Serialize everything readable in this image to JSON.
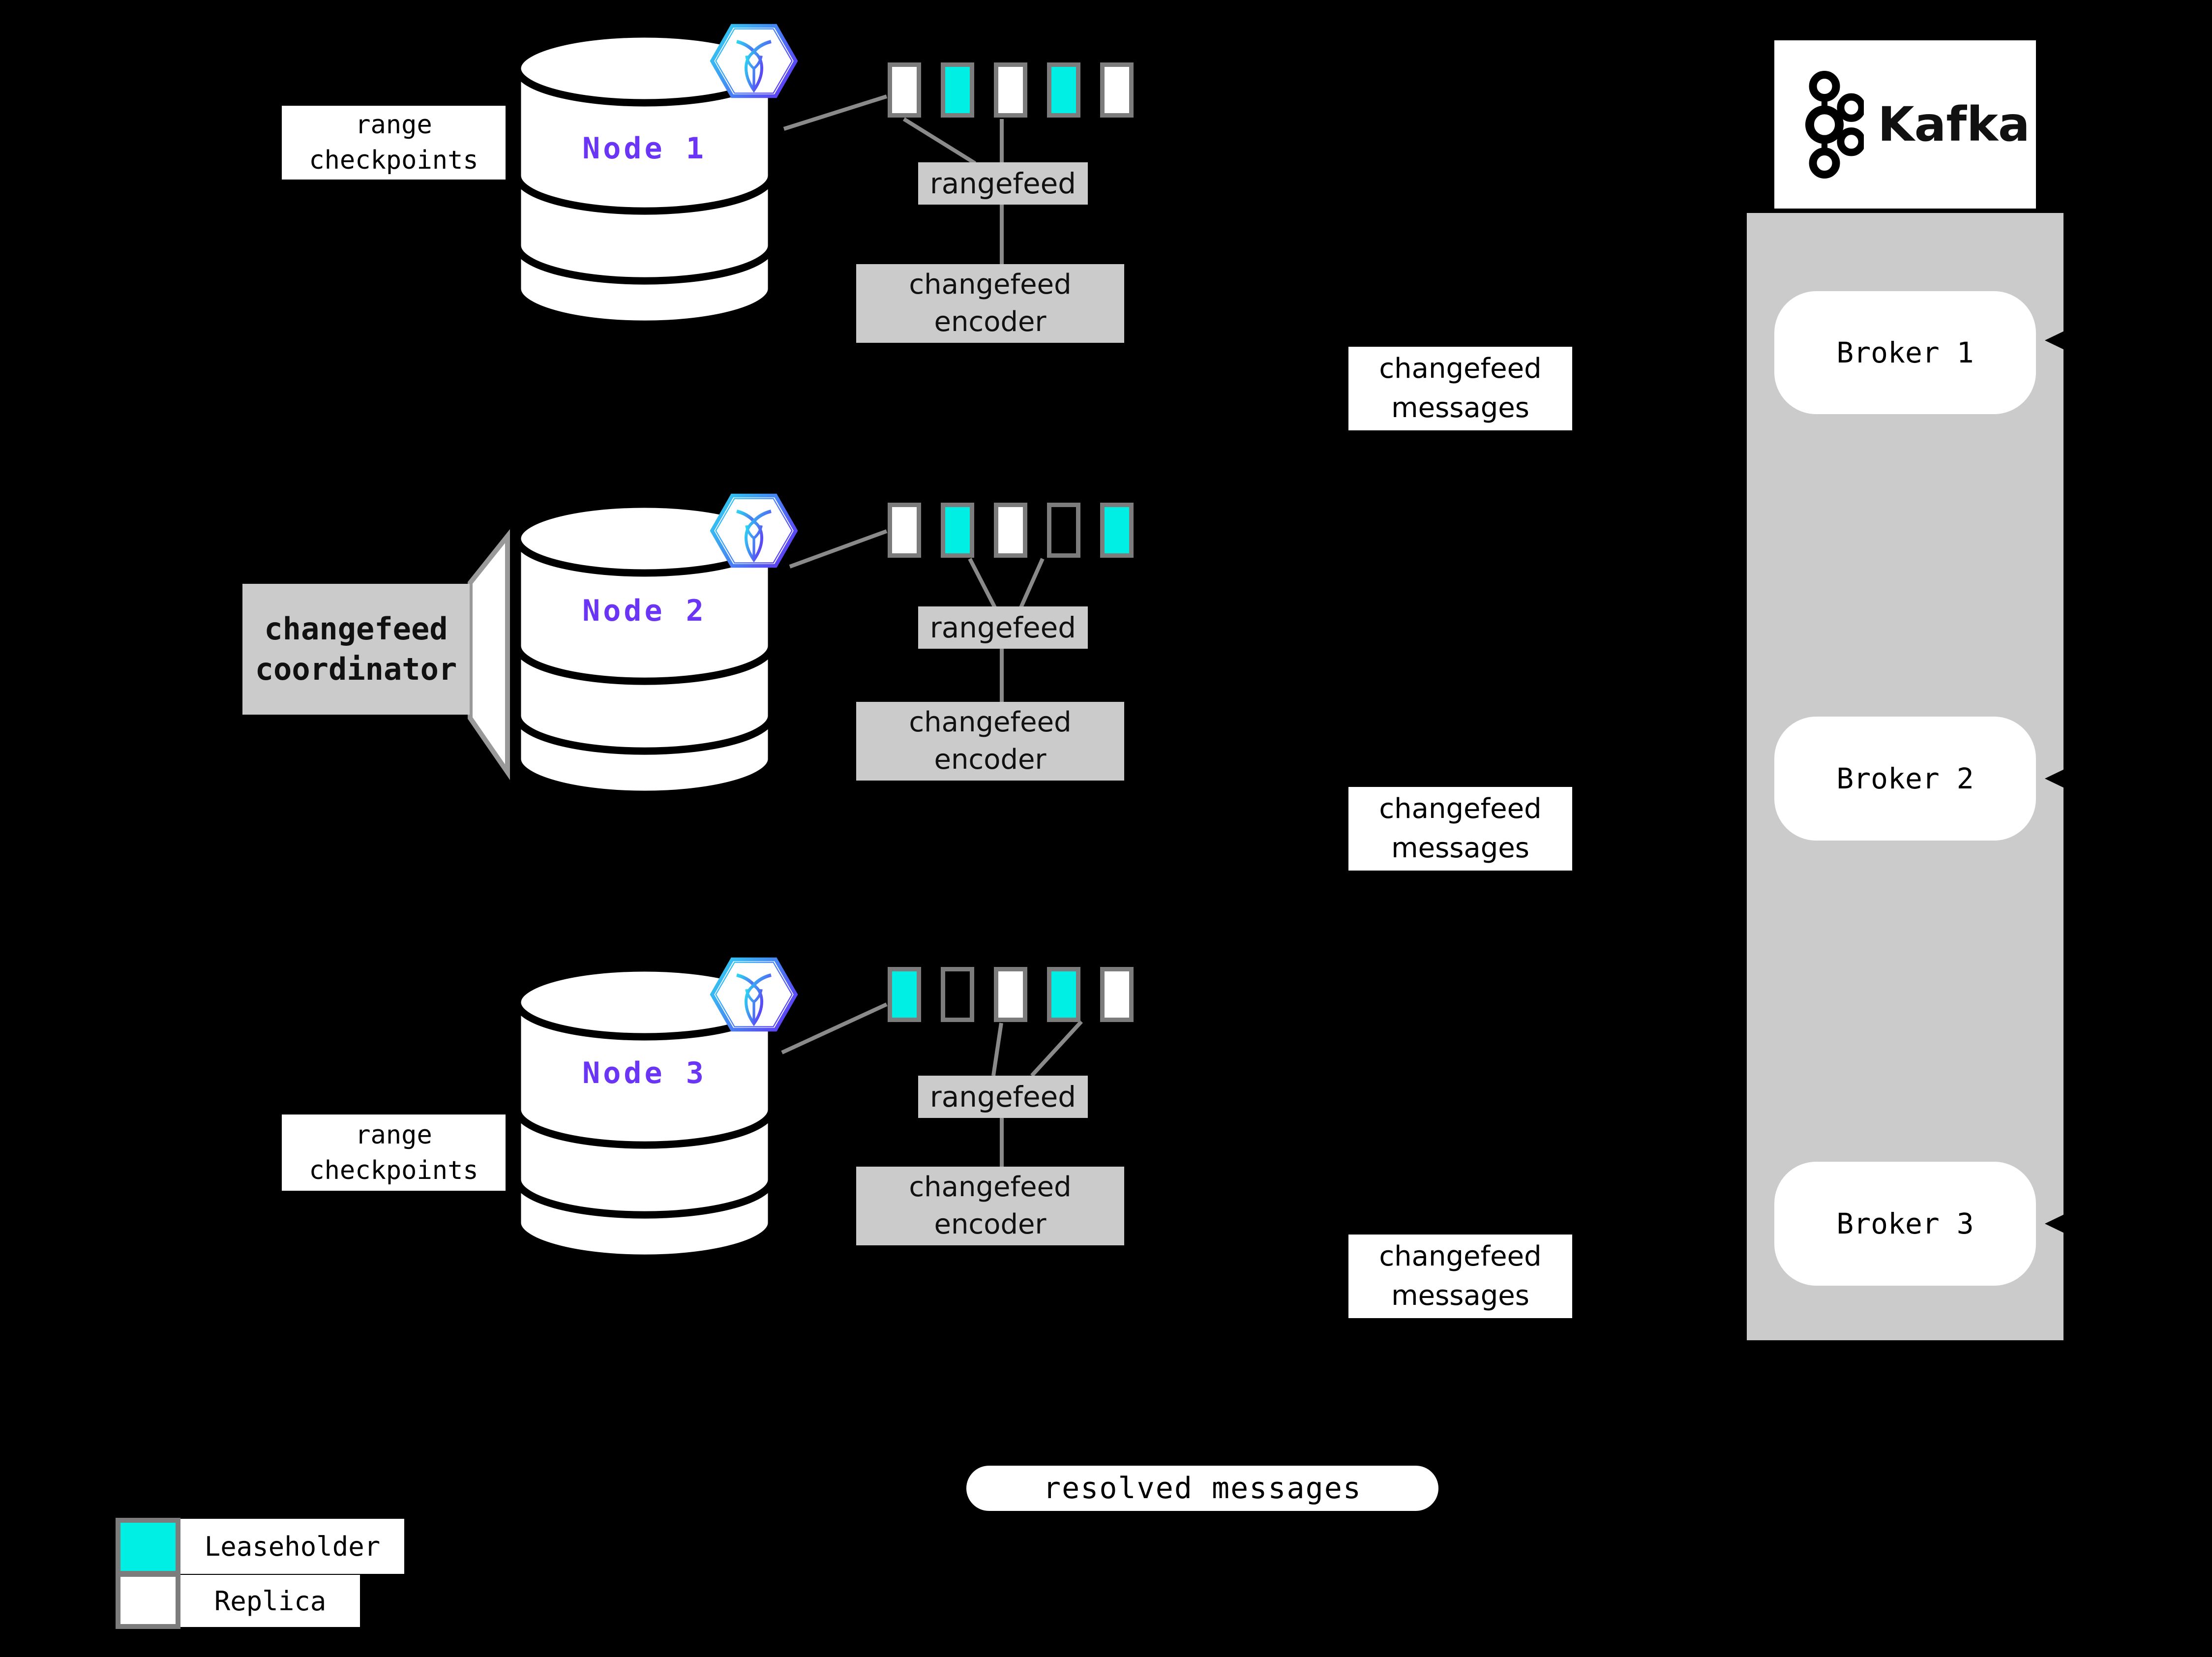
{
  "labels": {
    "range_checkpoints": {
      "line1": "range",
      "line2": "checkpoints"
    },
    "rangefeed": "rangefeed",
    "changefeed_encoder": {
      "line1": "changefeed",
      "line2": "encoder"
    },
    "changefeed_messages": {
      "line1": "changefeed",
      "line2": "messages"
    },
    "changefeed_coordinator": {
      "line1": "changefeed",
      "line2": "coordinator"
    },
    "resolved_messages": "resolved messages"
  },
  "nodes": [
    {
      "name": "Node 1",
      "ranges": [
        "replica",
        "leaseholder",
        "replica",
        "leaseholder",
        "replica"
      ]
    },
    {
      "name": "Node 2",
      "ranges": [
        "replica",
        "leaseholder",
        "replica",
        "empty",
        "leaseholder"
      ]
    },
    {
      "name": "Node 3",
      "ranges": [
        "leaseholder",
        "empty",
        "replica",
        "leaseholder",
        "replica"
      ]
    }
  ],
  "kafka": {
    "wordmark": "Kafka",
    "brokers": [
      "Broker 1",
      "Broker 2",
      "Broker 3"
    ]
  },
  "legend": {
    "items": [
      {
        "label": "Leaseholder",
        "kind": "leaseholder"
      },
      {
        "label": "Replica",
        "kind": "replica"
      }
    ]
  },
  "colors": {
    "background": "#000000",
    "leaseholder_cyan": "#00efe4",
    "replica_white": "#ffffff",
    "node_label_purple": "#6a35f5",
    "panel_gray": "#cbcbcb",
    "border_gray": "#7c7c7c",
    "connector_gray": "#8a8a8a",
    "crdb_gradient_start": "#2bd9f2",
    "crdb_gradient_end": "#5b45f5"
  }
}
